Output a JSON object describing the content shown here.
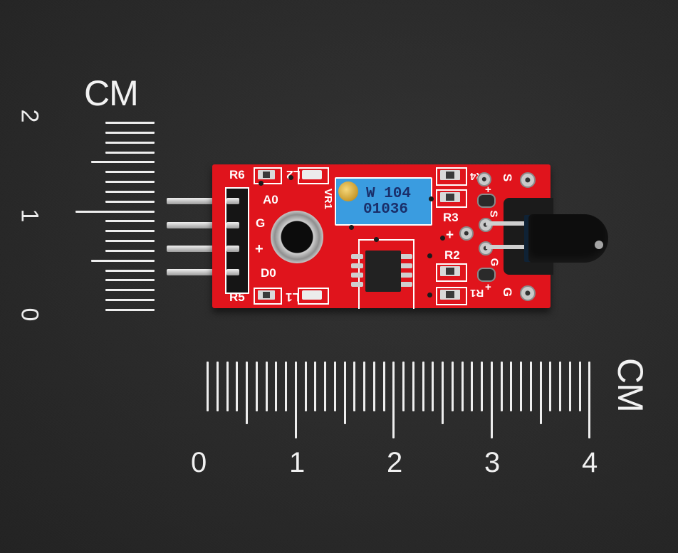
{
  "scene": {
    "description": "Flame sensor module on dark background with centimeter rulers",
    "background_color": "#2b2b2b",
    "pcb_color": "#e0141c",
    "silkscreen_color": "#ffffff"
  },
  "vertical_ruler": {
    "unit_label": "CM",
    "numbers": [
      "2",
      "1",
      "0"
    ],
    "range_cm": [
      0,
      2
    ]
  },
  "horizontal_ruler": {
    "unit_label": "CM",
    "numbers": [
      "0",
      "1",
      "2",
      "3",
      "4"
    ],
    "range_cm": [
      0,
      4
    ]
  },
  "pcb": {
    "pin_labels": [
      "A0",
      "G",
      "+",
      "D0"
    ],
    "component_labels": {
      "r6": "R6",
      "r5": "R5",
      "l2": "L2",
      "l1": "L1",
      "vr1": "VR1",
      "r3": "R3",
      "r2": "R2",
      "r1": "R1",
      "r4": "R4",
      "plus_mid": "+",
      "s_right": "S",
      "g_right": "G",
      "s_sensor": "S",
      "g_sensor": "G",
      "plus_top": "+",
      "plus_bottom": "+"
    },
    "potentiometer": {
      "line1": "W 104",
      "line2": "01036"
    }
  }
}
